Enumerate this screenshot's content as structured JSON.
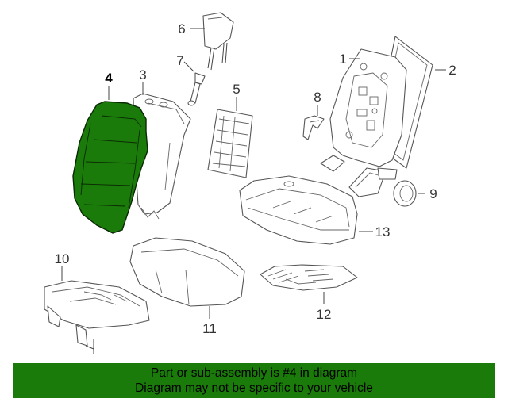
{
  "diagram": {
    "highlighted_part": "4",
    "labels": {
      "p1": "1",
      "p2": "2",
      "p3": "3",
      "p4": "4",
      "p5": "5",
      "p6": "6",
      "p7": "7",
      "p8": "8",
      "p9": "9",
      "p10": "10",
      "p11": "11",
      "p12": "12",
      "p13": "13"
    },
    "colors": {
      "highlight": "#1a7a0a",
      "banner": "#1a7a0a",
      "line": "#555555"
    }
  },
  "banner": {
    "line1": "Part or sub-assembly is #4 in diagram",
    "line2": "Diagram may not be specific to your vehicle"
  }
}
